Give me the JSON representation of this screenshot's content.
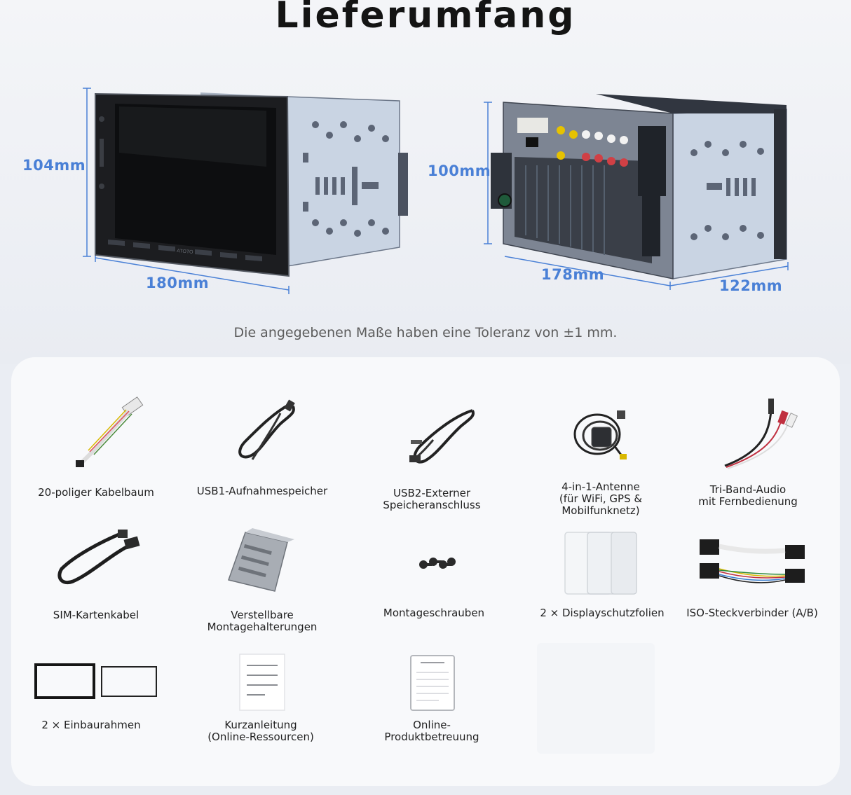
{
  "title": "Lieferumfang",
  "dimensions": {
    "front_height": "104mm",
    "front_width": "180mm",
    "rear_height": "100mm",
    "rear_width": "178mm",
    "rear_depth": "122mm"
  },
  "device_brand": "ATOTO",
  "tolerance_note": "Die angegebenen Maße haben eine Toleranz von ±1 mm.",
  "items": [
    {
      "label": "20-poliger Kabelbaum",
      "icon": "wiring-harness-icon"
    },
    {
      "label": "USB1-Aufnahmespeicher",
      "icon": "usb-cable-icon"
    },
    {
      "label": "USB2-Externer\nSpeicheranschluss",
      "icon": "usb-cable-icon"
    },
    {
      "label": "4-in-1-Antenne\n(für WiFi, GPS &\nMobilfunknetz)",
      "icon": "antenna-icon"
    },
    {
      "label": "Tri-Band-Audio\nmit Fernbedienung",
      "icon": "rca-audio-cable-icon"
    },
    {
      "label": "SIM-Kartenkabel",
      "icon": "sim-cable-icon"
    },
    {
      "label": "Verstellbare\nMontagehalterungen",
      "icon": "mounting-bracket-icon"
    },
    {
      "label": "Montageschrauben",
      "icon": "screws-icon"
    },
    {
      "label": "2 × Displayschutzfolien",
      "icon": "screen-protector-icon"
    },
    {
      "label": "ISO-Steckverbinder (A/B)",
      "icon": "iso-connector-icon"
    },
    {
      "label": "2 × Einbaurahmen",
      "icon": "frame-icon"
    },
    {
      "label": "Kurzanleitung\n(Online-Ressourcen)",
      "icon": "manual-icon"
    },
    {
      "label": "Online-\nProduktbetreuung",
      "icon": "support-doc-icon"
    }
  ],
  "colors": {
    "dimension_blue": "#4a80d6",
    "title": "#141414",
    "panel": "#f8f9fb"
  }
}
